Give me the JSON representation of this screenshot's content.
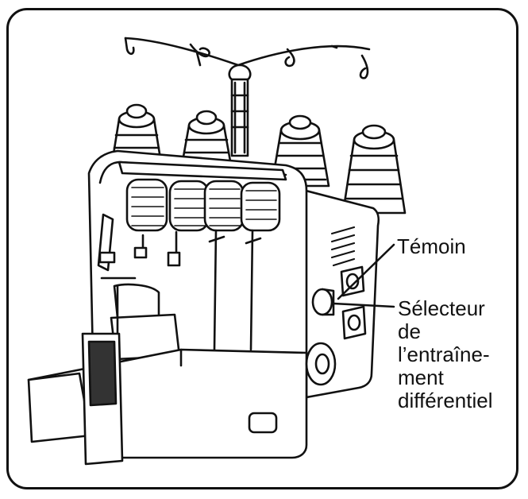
{
  "callouts": {
    "indicator_label": "Témoin",
    "selector_lines": [
      "Sélecteur",
      "de",
      "l’entraîne-",
      "ment",
      "différentiel"
    ]
  },
  "colors": {
    "ink": "#111111",
    "background": "#ffffff"
  }
}
